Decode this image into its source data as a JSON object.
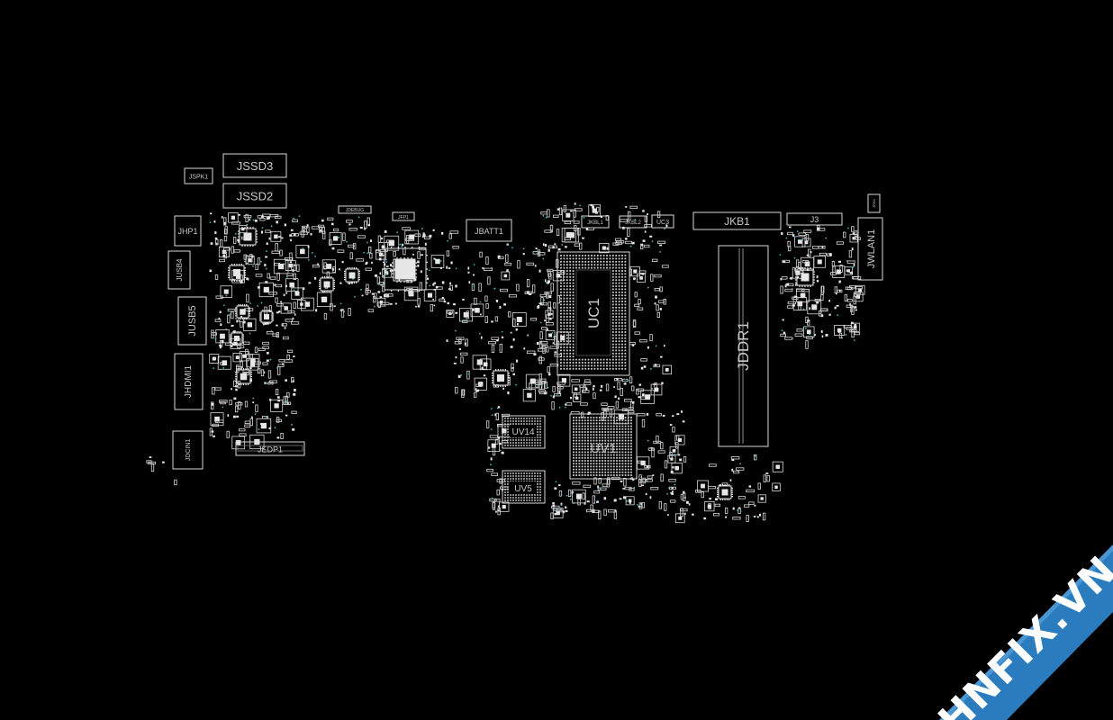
{
  "connectors": {
    "jspk1": "JSPK1",
    "jssd3": "JSSD3",
    "jssd2": "JSSD2",
    "jhp1": "JHP1",
    "jusb4": "JUSB4",
    "jusb5": "JUSB5",
    "jhdmi1": "JHDMI1",
    "jdcin1": "JDCIN1",
    "jedp1": "JEDP1",
    "jdebug": "JDEBUG",
    "jfp1": "JFP1",
    "jbatt1": "JBATT1",
    "jkbl1": "JKBL1",
    "jkbl2": "JKBL2",
    "uc3": "UC3",
    "jkb1": "JKB1",
    "j3": "J3",
    "jwlan1": "JWLAN1",
    "jddr1": "JDDR1",
    "jfan": "JFAN"
  },
  "chips": {
    "uc1": "UC1",
    "uv1": "UV1",
    "uv14": "UV14",
    "uv5": "UV5"
  },
  "watermark": {
    "text": "HNFIX.VN",
    "band_color": "#2b7bbf",
    "text_color": "#ffffff",
    "accent_color": "#e23b2e"
  },
  "colors": {
    "background": "#000000",
    "outline": "#d8d8d8",
    "pad": "#e6e6e6",
    "via": "#3fb3c4"
  }
}
